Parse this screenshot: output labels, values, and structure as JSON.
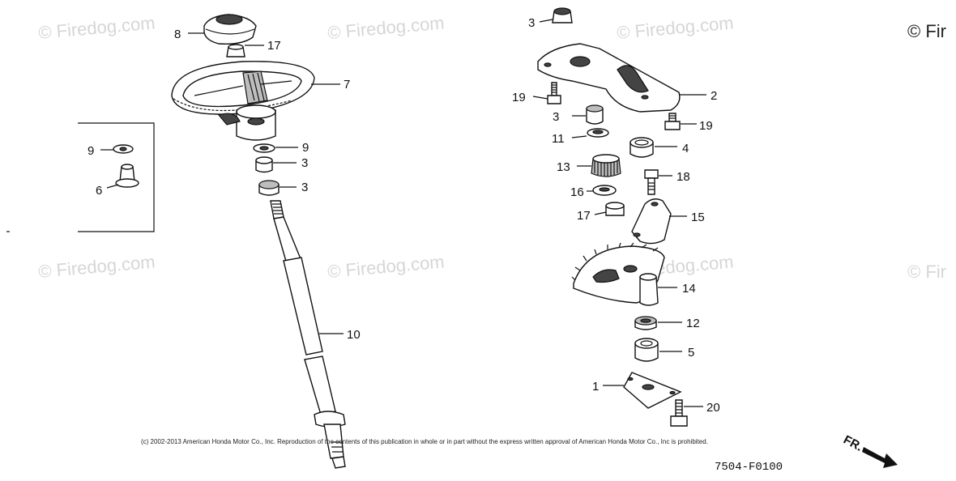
{
  "watermarks": [
    "© Firedog.com",
    "© Firedog.com",
    "© Firedog.com",
    "© Fir",
    "© Firedog.com",
    "© Firedog.com",
    "© Firedog.com",
    "© Fir"
  ],
  "callouts": {
    "wheel_cap": "8",
    "wheel_nut": "17",
    "wheel": "7",
    "shaft_washer": "9",
    "shaft_bush_upper": "3",
    "shaft_bush_lower": "3",
    "shaft": "10",
    "inset_washer": "9",
    "inset_bush": "6",
    "top_bush": "3",
    "bracket": "2",
    "bracket_bolt_left": "19",
    "bracket_bush": "3",
    "bracket_bolt_right": "19",
    "washer_11": "11",
    "bush_4": "4",
    "pinion": "13",
    "bolt_18": "18",
    "washer_16": "16",
    "nut_17": "17",
    "plate_15": "15",
    "sector_gear": "14",
    "bush_12": "12",
    "bush_5": "5",
    "plate_1": "1",
    "bolt_20": "20"
  },
  "copyright": "(c) 2002-2013 American Honda Motor Co., Inc. Reproduction of the contents of this publication in whole or in part without the express written approval of American Honda Motor Co., Inc is prohibited.",
  "front_marker": "FR.",
  "diagram_code": "7504-F0100"
}
